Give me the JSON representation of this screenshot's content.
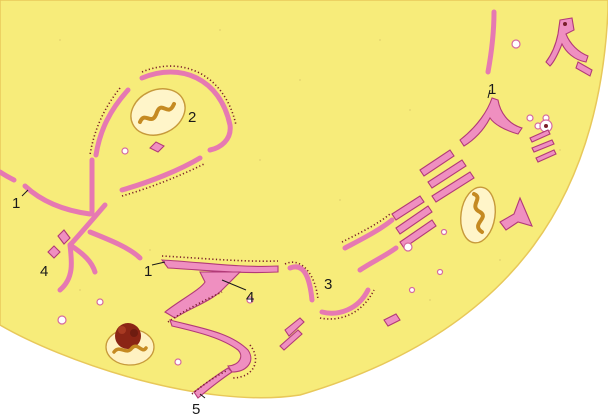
{
  "labels": {
    "l1_top": "1",
    "l2": "2",
    "l1_left": "1",
    "l4_left": "4",
    "l1_mid": "1",
    "l4_mid": "4",
    "l3": "3",
    "l5": "5"
  },
  "colors": {
    "cytoplasm": "#f7ec7a",
    "membrane": "#e679b2",
    "ribosome": "#7a1e2a",
    "mitochondria": "#c58a22"
  }
}
